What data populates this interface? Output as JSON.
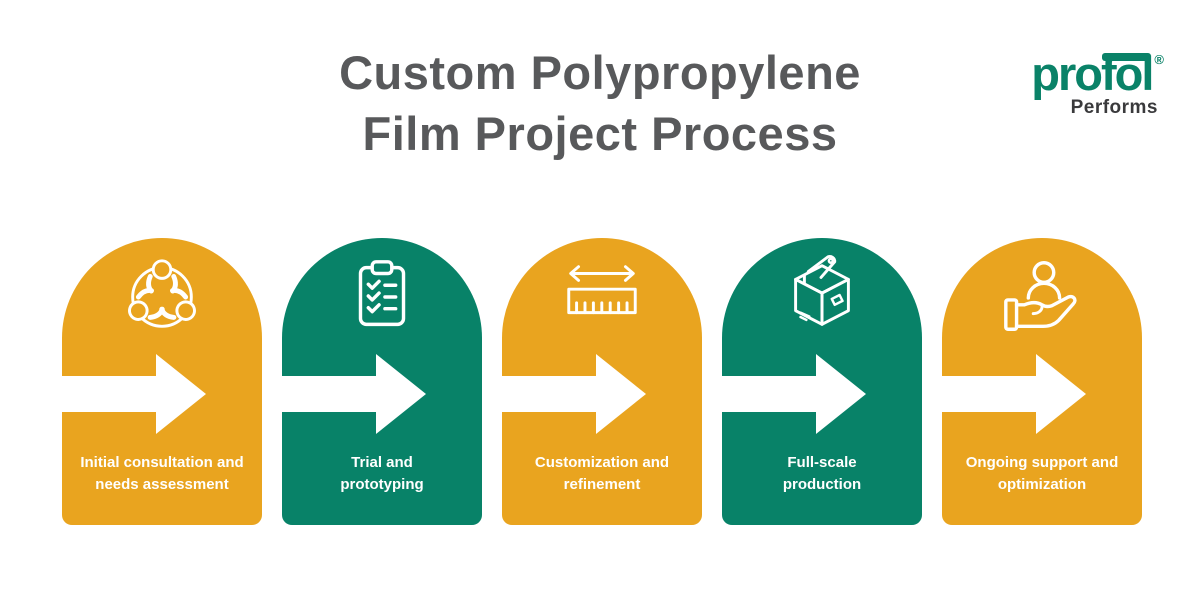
{
  "header": {
    "title_lines": [
      "Custom Polypropylene",
      "Film Project Process"
    ],
    "title_color": "#58595B"
  },
  "logo": {
    "brand": "profol",
    "brand_prefix": "pro",
    "brand_ligature": "fol",
    "registered_mark": "®",
    "tagline": "Performs",
    "brand_color": "#0A8268",
    "tagline_color": "#3A3A3C"
  },
  "colors": {
    "orange": "#E9A41F",
    "green": "#088268",
    "icon_and_arrow": "#FFFFFF",
    "background": "#FFFFFF"
  },
  "steps": [
    {
      "index": 1,
      "theme": "orange",
      "icon": "consultation-people-icon",
      "label_lines": [
        "Initial consultation and",
        "needs assessment"
      ]
    },
    {
      "index": 2,
      "theme": "green",
      "icon": "clipboard-checklist-icon",
      "label_lines": [
        "Trial and",
        "prototyping"
      ]
    },
    {
      "index": 3,
      "theme": "orange",
      "icon": "ruler-measure-icon",
      "label_lines": [
        "Customization and",
        "refinement"
      ]
    },
    {
      "index": 4,
      "theme": "green",
      "icon": "shipping-box-icon",
      "label_lines": [
        "Full-scale",
        "production"
      ]
    },
    {
      "index": 5,
      "theme": "orange",
      "icon": "hand-support-icon",
      "label_lines": [
        "Ongoing support and",
        "optimization"
      ]
    }
  ]
}
